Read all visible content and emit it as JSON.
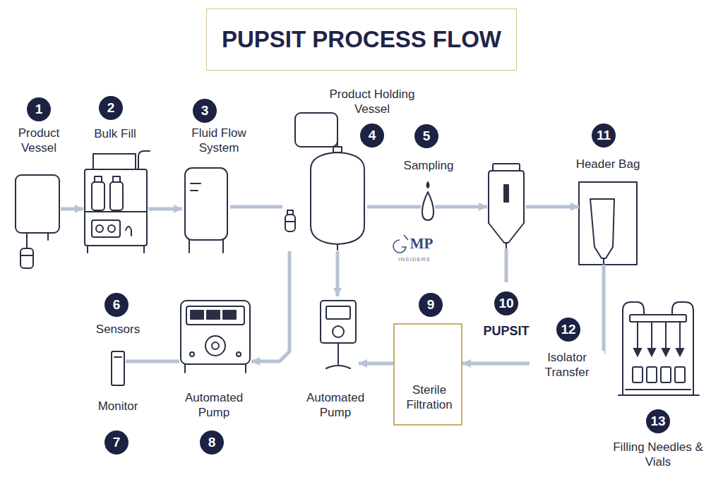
{
  "diagram": {
    "title": "PUPSIT PROCESS FLOW",
    "nodes": [
      {
        "text": [
          "Product Vessel"
        ]
      },
      {
        "text": [
          "Bulk Fill"
        ]
      },
      {
        "text": [
          "Fluid Flow System"
        ]
      },
      {
        "text": [
          "Product Holding Vessel"
        ]
      },
      {
        "text": [
          "Sampling"
        ]
      },
      {
        "text": [
          "PUPSIT"
        ]
      },
      {
        "text": [
          "Header Bag"
        ]
      },
      {
        "text": [
          "Sensors",
          "Monitor"
        ]
      },
      {
        "text": [
          "Automated Pump"
        ]
      },
      {
        "text": [
          "Automated Pump"
        ]
      },
      {
        "text": [
          "Sterile Filtration"
        ]
      },
      {
        "text": [
          "Filling Needles & Vials"
        ]
      }
    ],
    "edges": [
      {
        "from": 0,
        "to": 1,
        "arrow": "to"
      },
      {
        "from": 1,
        "to": 2,
        "arrow": "to"
      },
      {
        "from": 2,
        "to": 3,
        "arrow": "none"
      },
      {
        "from": 3,
        "to": 8,
        "arrow": "to"
      },
      {
        "from": 3,
        "to": 9,
        "arrow": "to"
      },
      {
        "from": 3,
        "to": 4,
        "arrow": "none"
      },
      {
        "from": 4,
        "to": 5,
        "arrow": "to"
      },
      {
        "from": 5,
        "to": 6,
        "arrow": "to"
      },
      {
        "from": 6,
        "to": 10,
        "arrow": "to"
      },
      {
        "from": 10,
        "to": 9,
        "arrow": "to"
      },
      {
        "from": 8,
        "to": 7,
        "arrow": "none"
      }
    ],
    "labels": [
      "1",
      "2",
      "3",
      "4",
      "5",
      "6",
      "7",
      "8",
      "9",
      "10",
      "11",
      "12",
      "13",
      "Isolator Transfer",
      "MP",
      "INSIDERS"
    ]
  }
}
